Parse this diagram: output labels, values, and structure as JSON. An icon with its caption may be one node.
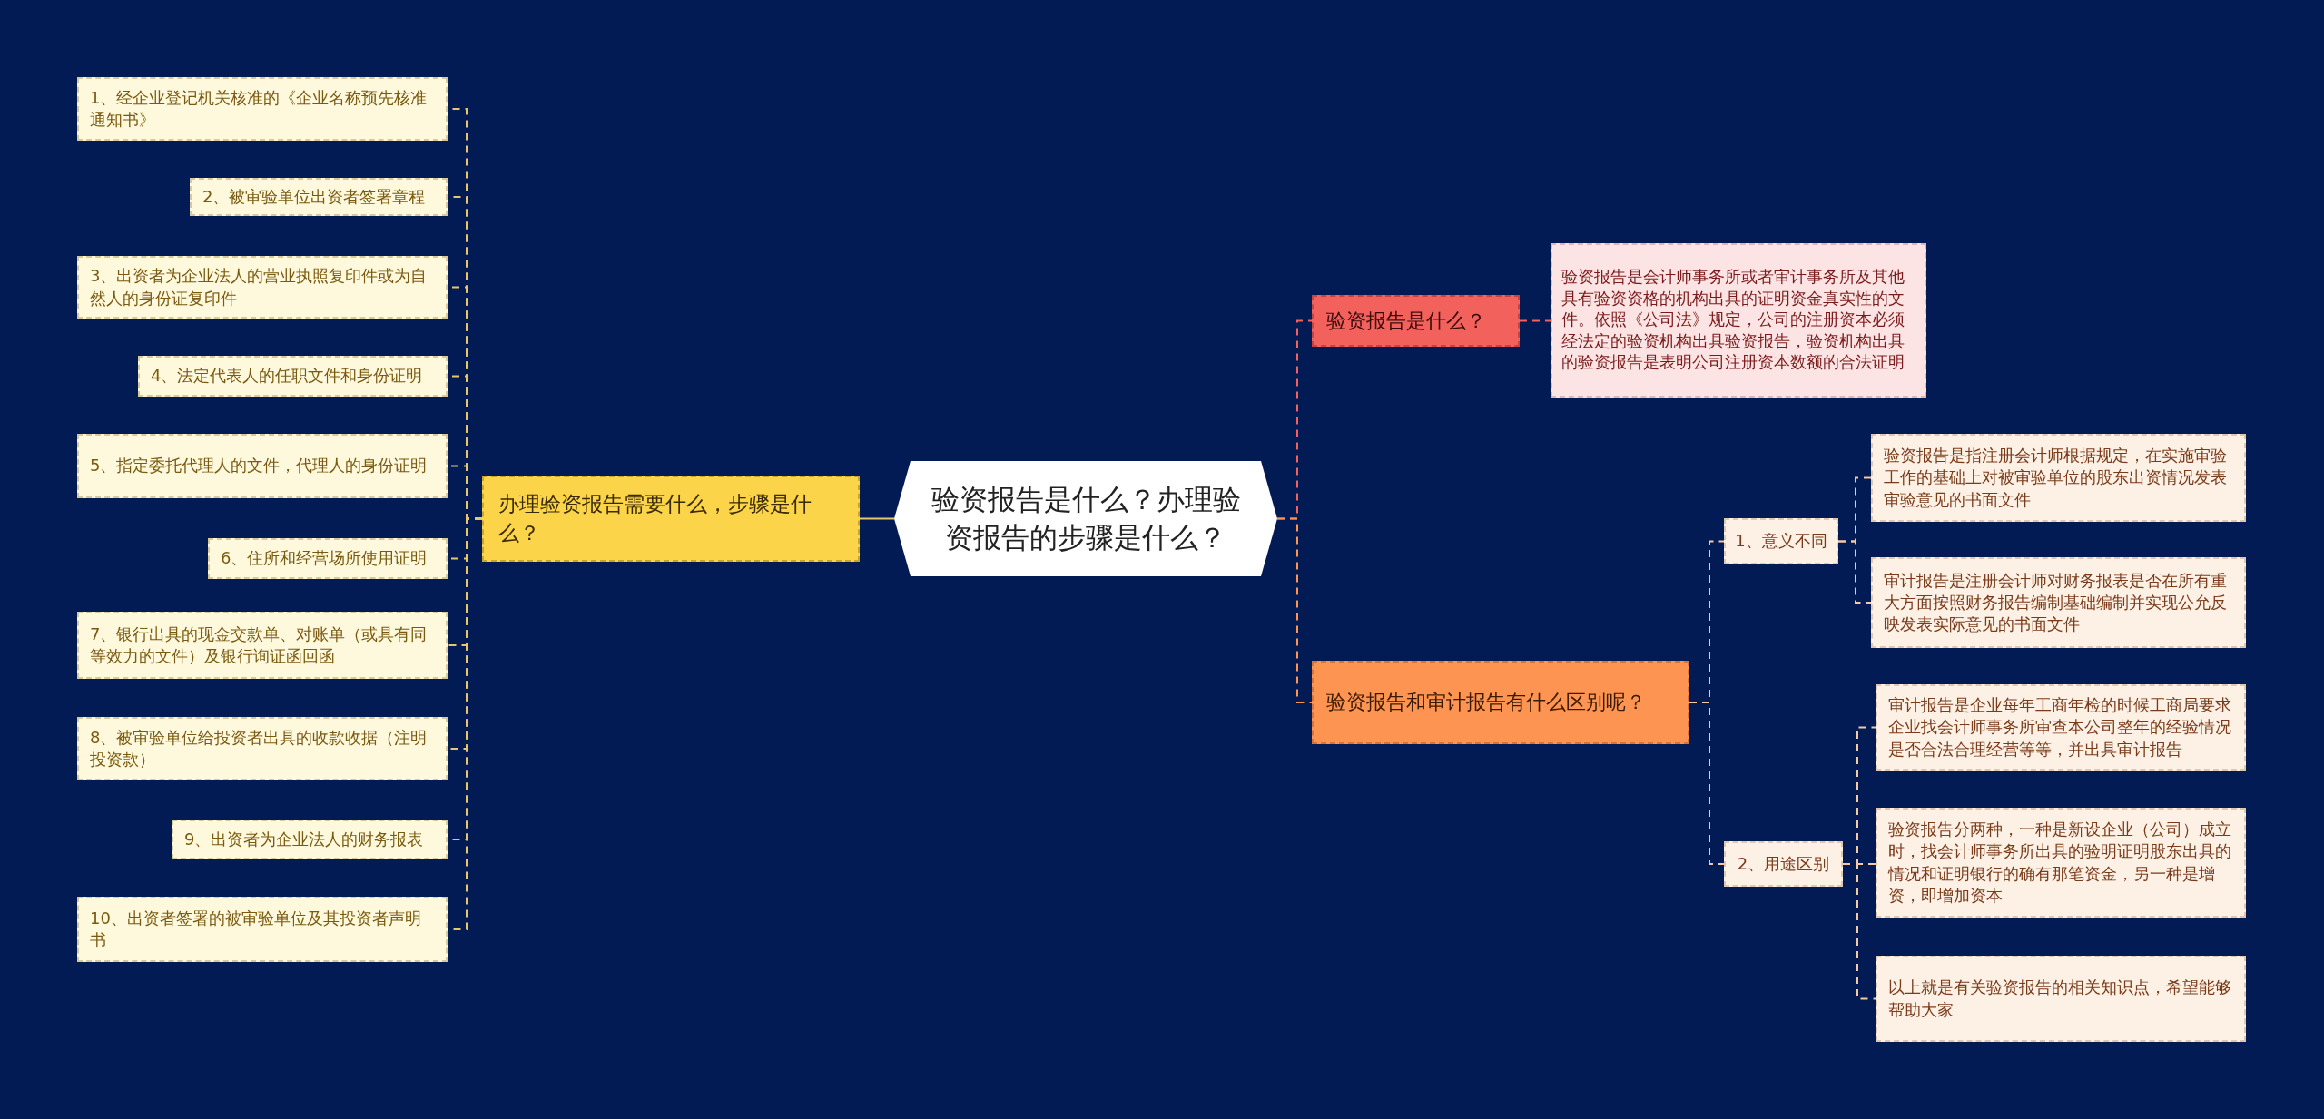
{
  "diagram": {
    "nodes": [
      {
        "text": [
          "验资报告是什么？办理验资报告的步骤是什么？"
        ]
      },
      {
        "text": [
          "办理验资报告需要什么，步骤是什么？"
        ]
      },
      {
        "text": [
          "1、经企业登记机关核准的《企业名称预先核准通知书》"
        ]
      },
      {
        "text": [
          "2、被审验单位出资者签署章程"
        ]
      },
      {
        "text": [
          "3、出资者为企业法人的营业执照复印件或为自然人的身份证复印件"
        ]
      },
      {
        "text": [
          "4、法定代表人的任职文件和身份证明"
        ]
      },
      {
        "text": [
          "5、指定委托代理人的文件，代理人的身份证明"
        ]
      },
      {
        "text": [
          "6、住所和经营场所使用证明"
        ]
      },
      {
        "text": [
          "7、银行出具的现金交款单、对账单（或具有同等效力的文件）及银行询证函回函"
        ]
      },
      {
        "text": [
          "8、被审验单位给投资者出具的收款收据（注明投资款）"
        ]
      },
      {
        "text": [
          "9、出资者为企业法人的财务报表"
        ]
      },
      {
        "text": [
          "10、出资者签署的被审验单位及其投资者声明书"
        ]
      },
      {
        "text": [
          "验资报告是什么？"
        ]
      },
      {
        "text": [
          "验资报告是会计师事务所或者审计事务所及其他具有验资资格的机构出具的证明资金真实性的文件。依照《公司法》规定，公司的注册资本必须经法定的验资机构出具验资报告，验资机构出具的验资报告是表明公司注册资本数额的合法证明"
        ]
      },
      {
        "text": [
          "验资报告和审计报告有什么区别呢？"
        ]
      },
      {
        "text": [
          "1、意义不同"
        ]
      },
      {
        "text": [
          "验资报告是指注册会计师根据规定，在实施审验工作的基础上对被审验单位的股东出资情况发表审验意见的书面文件"
        ]
      },
      {
        "text": [
          "审计报告是注册会计师对财务报表是否在所有重大方面按照财务报告编制基础编制并实现公允反映发表实际意见的书面文件"
        ]
      },
      {
        "text": [
          "2、用途区别"
        ]
      },
      {
        "text": [
          "审计报告是企业每年工商年检的时候工商局要求企业找会计师事务所审查本公司整年的经验情况是否合法合理经营等等，并出具审计报告"
        ]
      },
      {
        "text": [
          "验资报告分两种，一种是新设企业（公司）成立时，找会计师事务所出具的验明证明股东出具的情况和证明银行的确有那笔资金，另一种是增资，即增加资本"
        ]
      },
      {
        "text": [
          "以上就是有关验资报告的相关知识点，希望能够帮助大家"
        ]
      }
    ],
    "edges": [
      {
        "from": 0,
        "to": 1,
        "arrow": "none"
      },
      {
        "from": 1,
        "to": 2,
        "arrow": "none",
        "style": "dashed"
      },
      {
        "from": 1,
        "to": 3,
        "arrow": "none",
        "style": "dashed"
      },
      {
        "from": 1,
        "to": 4,
        "arrow": "none",
        "style": "dashed"
      },
      {
        "from": 1,
        "to": 5,
        "arrow": "none",
        "style": "dashed"
      },
      {
        "from": 1,
        "to": 6,
        "arrow": "none",
        "style": "dashed"
      },
      {
        "from": 1,
        "to": 7,
        "arrow": "none",
        "style": "dashed"
      },
      {
        "from": 1,
        "to": 8,
        "arrow": "none",
        "style": "dashed"
      },
      {
        "from": 1,
        "to": 9,
        "arrow": "none",
        "style": "dashed"
      },
      {
        "from": 1,
        "to": 10,
        "arrow": "none",
        "style": "dashed"
      },
      {
        "from": 1,
        "to": 11,
        "arrow": "none",
        "style": "dashed"
      },
      {
        "from": 0,
        "to": 12,
        "arrow": "none",
        "style": "dashed",
        "color": "#f2615c"
      },
      {
        "from": 12,
        "to": 13,
        "arrow": "none",
        "style": "dashed",
        "color": "#f2615c"
      },
      {
        "from": 0,
        "to": 14,
        "arrow": "none",
        "style": "dashed",
        "color": "#fe9451"
      },
      {
        "from": 14,
        "to": 15,
        "arrow": "none",
        "style": "dashed",
        "color": "#f5c9a3"
      },
      {
        "from": 15,
        "to": 16,
        "arrow": "none",
        "style": "dashed",
        "color": "#f5c9a3"
      },
      {
        "from": 15,
        "to": 17,
        "arrow": "none",
        "style": "dashed",
        "color": "#f5c9a3"
      },
      {
        "from": 14,
        "to": 18,
        "arrow": "none",
        "style": "dashed",
        "color": "#f5c9a3"
      },
      {
        "from": 18,
        "to": 19,
        "arrow": "none",
        "style": "dashed",
        "color": "#f5c9a3"
      },
      {
        "from": 18,
        "to": 20,
        "arrow": "none",
        "style": "dashed",
        "color": "#f5c9a3"
      },
      {
        "from": 18,
        "to": 21,
        "arrow": "none",
        "style": "dashed",
        "color": "#f5c9a3"
      }
    ]
  }
}
